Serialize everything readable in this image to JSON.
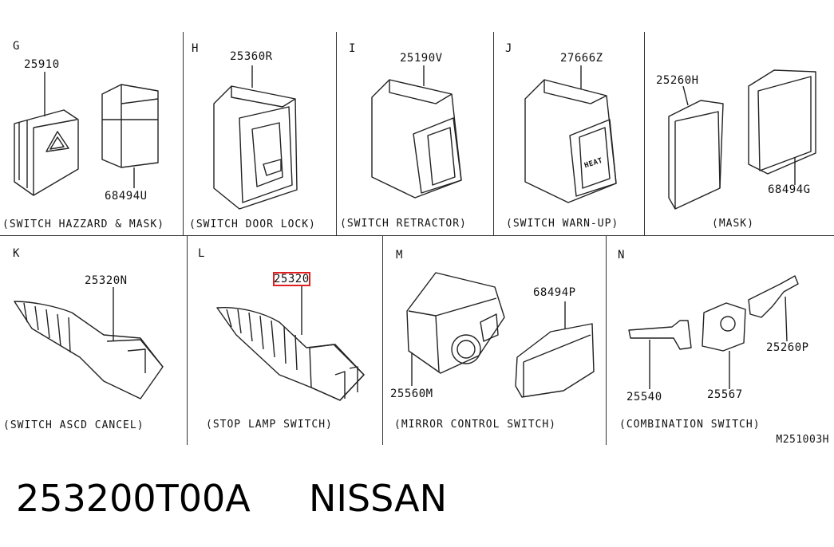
{
  "panels": [
    {
      "letter": "G",
      "parts": [
        "25910",
        "68494U"
      ],
      "caption": "(SWITCH HAZZARD & MASK)"
    },
    {
      "letter": "H",
      "parts": [
        "25360R"
      ],
      "caption": "(SWITCH DOOR LOCK)"
    },
    {
      "letter": "I",
      "parts": [
        "25190V"
      ],
      "caption": "(SWITCH RETRACTOR)"
    },
    {
      "letter": "J",
      "parts": [
        "27666Z"
      ],
      "caption": "(SWITCH WARN-UP)"
    },
    {
      "letter": "",
      "parts": [
        "25260H",
        "68494G"
      ],
      "caption": "(MASK)"
    },
    {
      "letter": "K",
      "parts": [
        "25320N"
      ],
      "caption": "(SWITCH ASCD CANCEL)"
    },
    {
      "letter": "L",
      "parts": [
        "25320"
      ],
      "caption": "(STOP LAMP SWITCH)"
    },
    {
      "letter": "M",
      "parts": [
        "68494P",
        "25560M"
      ],
      "caption": "(MIRROR CONTROL SWITCH)"
    },
    {
      "letter": "N",
      "parts": [
        "25260P",
        "25540",
        "25567"
      ],
      "caption": "(COMBINATION SWITCH)"
    }
  ],
  "heat_label": "HEAT",
  "diagram_ref": "M251003H",
  "bottom": {
    "part_number": "253200T00A",
    "brand": "NISSAN"
  },
  "colors": {
    "line": "#222222",
    "highlight": "#e02020",
    "background": "#ffffff"
  }
}
